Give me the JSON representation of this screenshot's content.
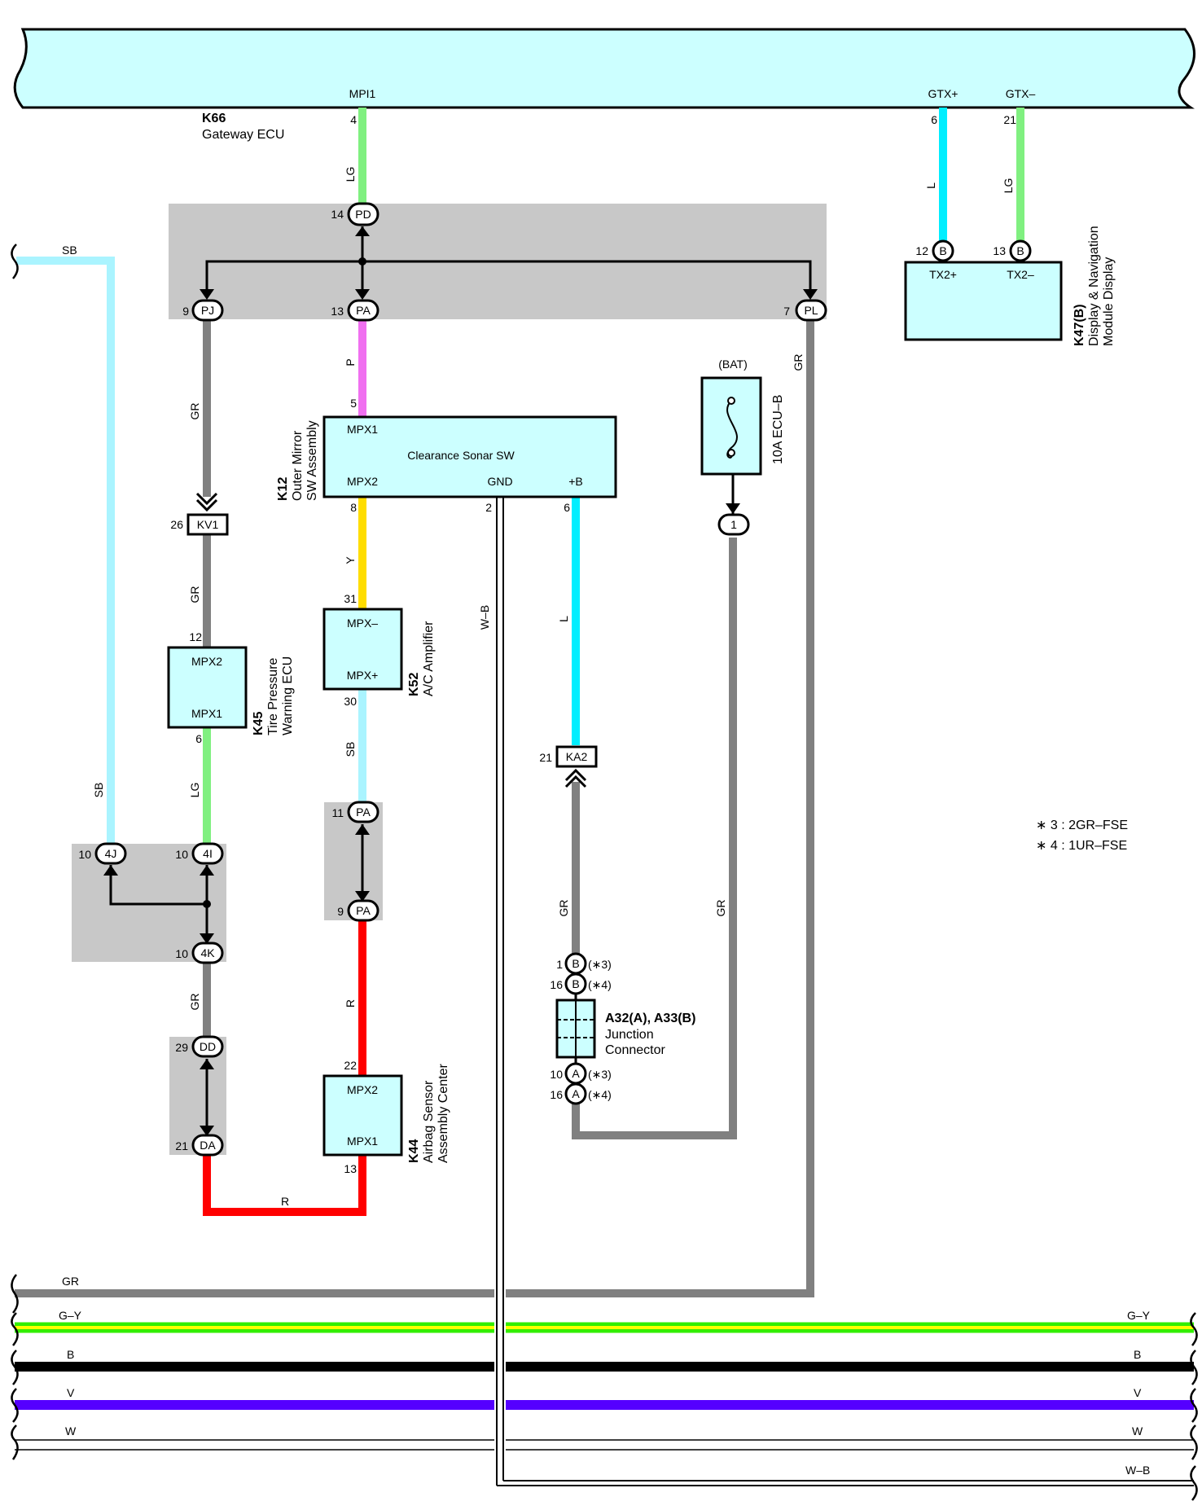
{
  "colors": {
    "ecu_fill": "#ccffff",
    "splice_bg": "#c8c8c8",
    "GR": "#808080",
    "LG": "#80f080",
    "L": "#00eeff",
    "SB": "#aaf4ff",
    "P": "#f070f0",
    "Y": "#ffdd00",
    "R": "#ff0000",
    "G_Y_green": "#33ee00",
    "G_Y_yellow": "#ffff00",
    "B": "#000000",
    "V": "#5500ff",
    "W": "#ffffff"
  },
  "ecus": {
    "gateway": {
      "id": "K66",
      "name": "Gateway ECU",
      "pin_mpi1": "MPI1",
      "pin_gtxp": "GTX+",
      "pin_gtxm": "GTX–"
    },
    "display": {
      "id": "K47(B)",
      "name_line1": "Display & Navigation",
      "name_line2": "Module Display",
      "pin_tx2p": "TX2+",
      "pin_tx2m": "TX2–"
    },
    "sonar": {
      "id": "K12",
      "name_line1": "Outer Mirror",
      "name_line2": "SW Assembly",
      "title": "Clearance Sonar SW",
      "pin_mpx1": "MPX1",
      "pin_mpx2": "MPX2",
      "pin_gnd": "GND",
      "pin_b": "+B"
    },
    "ac": {
      "id": "K52",
      "name": "A/C Amplifier",
      "pin_mpxm": "MPX–",
      "pin_mpxp": "MPX+"
    },
    "tire": {
      "id": "K45",
      "name_line1": "Tire Pressure",
      "name_line2": "Warning ECU",
      "pin_mpx2": "MPX2",
      "pin_mpx1": "MPX1"
    },
    "airbag": {
      "id": "K44",
      "name_line1": "Airbag Sensor",
      "name_line2": "Assembly Center",
      "pin_mpx2": "MPX2",
      "pin_mpx1": "MPX1"
    },
    "fuse": {
      "label": "(BAT)",
      "name": "10A ECU–B"
    },
    "junction": {
      "id": "A32(A), A33(B)",
      "name_line1": "Junction",
      "name_line2": "Connector"
    }
  },
  "connectors": {
    "pd": "PD",
    "pj": "PJ",
    "pa": "PA",
    "pl": "PL",
    "kv1": "KV1",
    "ka2": "KA2",
    "c1": "1",
    "c4j": "4J",
    "c4i": "4I",
    "c4k": "4K",
    "dd": "DD",
    "da": "DA",
    "b": "B",
    "a": "A"
  },
  "pins": {
    "p4": "4",
    "p6": "6",
    "p21": "21",
    "p12": "12",
    "p13": "13",
    "p14": "14",
    "p9": "9",
    "p7": "7",
    "p5": "5",
    "p8": "8",
    "p2": "2",
    "p6b": "6",
    "p26": "26",
    "p31": "31",
    "p30": "30",
    "p11": "11",
    "p9b": "9",
    "p12b": "12",
    "p6c": "6",
    "p10a": "10",
    "p10b": "10",
    "p10c": "10",
    "p29": "29",
    "p21b": "21",
    "p22": "22",
    "p13b": "13",
    "p21c": "21",
    "j1": "1",
    "j16": "16",
    "j10": "10",
    "j16b": "16"
  },
  "wire_labels": {
    "lg1": "LG",
    "l1": "L",
    "lg2": "LG",
    "sb1": "SB",
    "sb2": "SB",
    "gr1": "GR",
    "p": "P",
    "gr2": "GR",
    "y": "Y",
    "wb1": "W–B",
    "l2": "L",
    "gr3": "GR",
    "gr4": "GR",
    "gr5": "GR",
    "sb3": "SB",
    "lg3": "LG",
    "gr6": "GR",
    "r1": "R",
    "r2": "R",
    "bus_gr": "GR",
    "bus_gy_l": "G–Y",
    "bus_gy_r": "G–Y",
    "bus_b_l": "B",
    "bus_b_r": "B",
    "bus_v_l": "V",
    "bus_v_r": "V",
    "bus_w_l": "W",
    "bus_w_r": "W",
    "bus_wb": "W–B"
  },
  "junction_notes": {
    "n3a": "(∗3)",
    "n4a": "(∗4)",
    "n3b": "(∗3)",
    "n4b": "(∗4)"
  },
  "notes": {
    "line1": "∗ 3 : 2GR–FSE",
    "line2": "∗ 4 : 1UR–FSE"
  }
}
